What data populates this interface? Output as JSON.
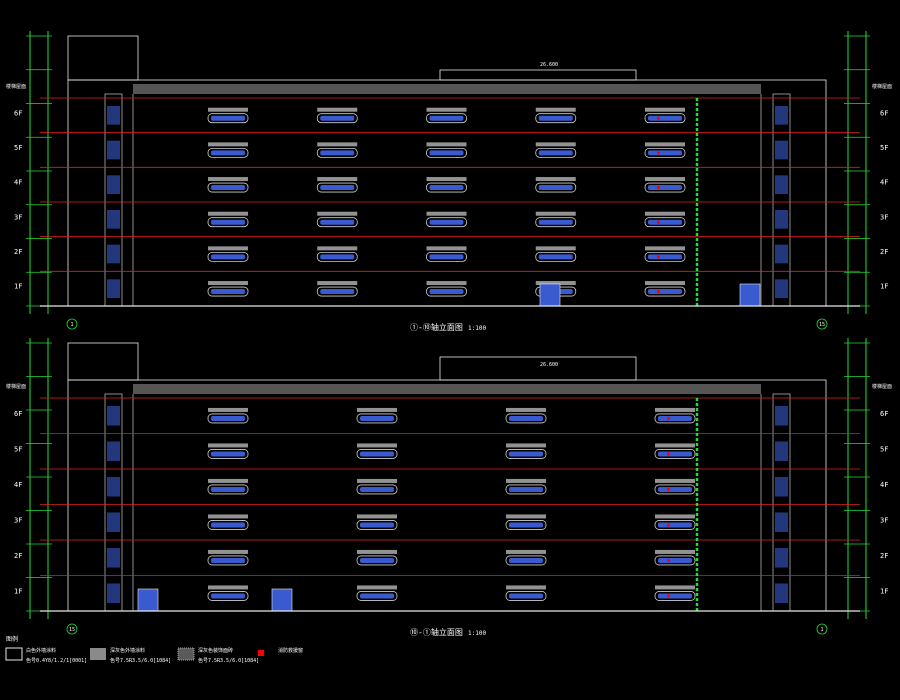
{
  "colors": {
    "background": "#000000",
    "outline": "#e8e8e8",
    "floor_line": "#e02020",
    "dim_line": "#22dd33",
    "window_blue": "#3a5bd0",
    "window_frame": "#d0d0d0",
    "parapet_fill": "#9a9a9a",
    "text": "#ffffff",
    "axis_circle": "#22dd33",
    "legend_red": "#ff0000"
  },
  "elevations": [
    {
      "title": "①-⑩轴立面图",
      "scale": "1:100",
      "left_axis": "1",
      "right_axis": "15",
      "floors": [
        "6F",
        "5F",
        "4F",
        "3F",
        "2F",
        "1F"
      ],
      "roof_label": "楼梯屋面",
      "top_dim": "26.600",
      "window_columns": 5
    },
    {
      "title": "⑩-①轴立面图",
      "scale": "1:100",
      "left_axis": "15",
      "right_axis": "1",
      "floors": [
        "6F",
        "5F",
        "4F",
        "3F",
        "2F",
        "1F"
      ],
      "roof_label": "楼梯屋面",
      "top_dim": "26.600",
      "window_columns": 4
    }
  ],
  "legend": {
    "heading": "图例",
    "items": [
      {
        "swatch": "outline",
        "title": "白色外墙涂料",
        "code": "色号0.4Y8/1.2/1[0001]"
      },
      {
        "swatch": "gray",
        "title": "深灰色外墙涂料",
        "code": "色号7.5R3.5/6.0[1084]"
      },
      {
        "swatch": "gray-pattern",
        "title": "深灰色装饰面砖",
        "code": "色号7.5R3.5/6.0[1084]"
      },
      {
        "swatch": "red",
        "title": "消防救援窗",
        "code": ""
      }
    ]
  }
}
